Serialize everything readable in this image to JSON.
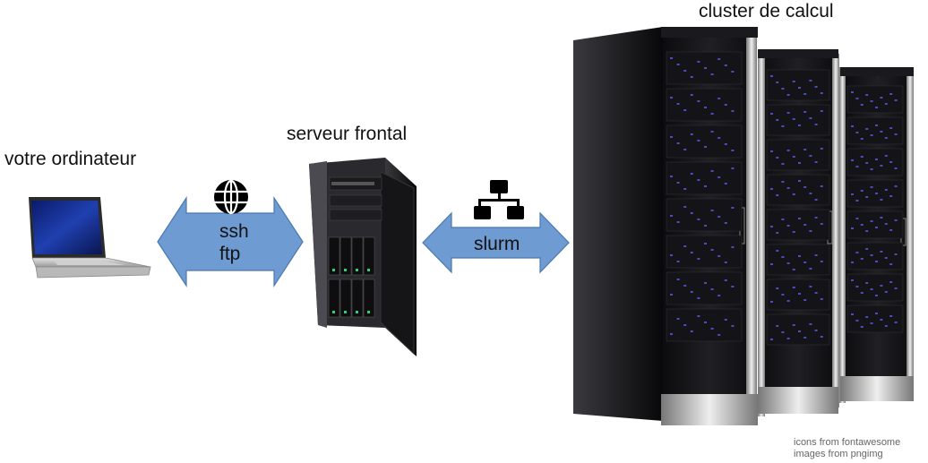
{
  "labels": {
    "computer": "votre ordinateur",
    "frontend": "serveur frontal",
    "cluster": "cluster de calcul"
  },
  "connections": {
    "left": {
      "lines": [
        "ssh",
        "ftp"
      ],
      "icon": "globe-icon"
    },
    "right": {
      "lines": [
        "slurm"
      ],
      "icon": "network-icon"
    }
  },
  "credits": {
    "line1": "icons from fontawesome",
    "line2": "images from pngimg"
  },
  "colors": {
    "arrow_fill": "#6e9bd1",
    "arrow_stroke": "#4a78b0",
    "rack_led": "#5a5ae8"
  }
}
